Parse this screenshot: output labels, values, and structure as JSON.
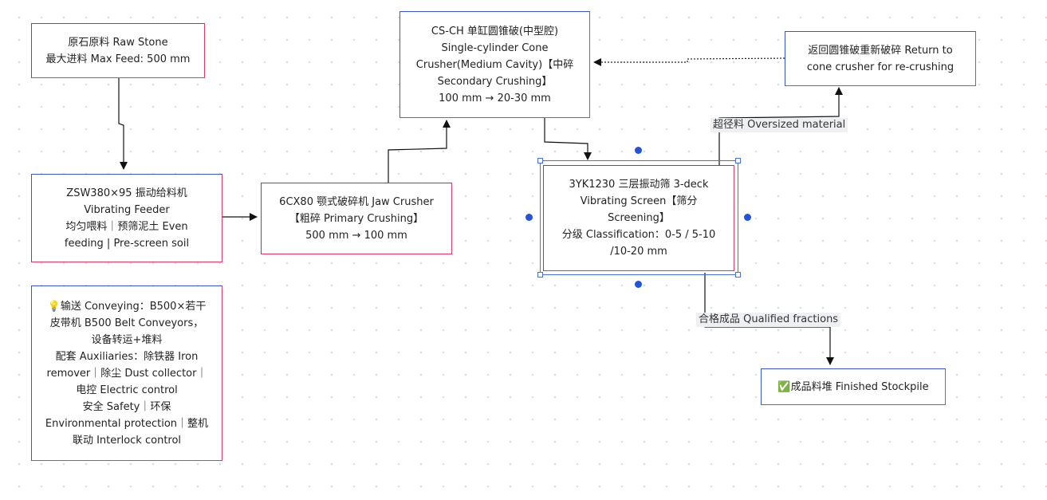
{
  "nodes": {
    "raw_stone": [
      "原石原料 Raw Stone",
      "最大进料 Max Feed: 500 mm"
    ],
    "feeder": [
      "ZSW380×95 振动给料机",
      "Vibrating Feeder",
      "均匀喂料｜预筛泥土 Even",
      "feeding | Pre-screen soil"
    ],
    "jaw": [
      "6CX80 颚式破碎机 Jaw Crusher",
      "【粗碎 Primary Crushing】",
      "500 mm → 100 mm"
    ],
    "cone": [
      "CS-CH 单缸圆锥破(中型腔)",
      "Single-cylinder Cone",
      "Crusher(Medium Cavity)【中碎",
      "Secondary Crushing】",
      "100 mm → 20-30 mm"
    ],
    "return": [
      "返回圆锥破重新破碎 Return to",
      "cone crusher for re-crushing"
    ],
    "screen": [
      "3YK1230 三层振动筛 3-deck",
      "Vibrating Screen【筛分",
      "Screening】",
      "分级 Classification：0-5 / 5-10",
      "/10-20 mm"
    ],
    "stockpile": [
      "✅成品料堆 Finished Stockpile"
    ],
    "notes": [
      "💡输送 Conveying：B500×若干",
      "皮带机 B500 Belt Conveyors，",
      "设备转运+堆料",
      "配套 Auxiliaries：除铁器 Iron",
      "remover｜除尘 Dust collector｜",
      "电控 Electric control",
      "安全 Safety｜环保",
      "Environmental protection｜整机",
      "联动 Interlock control"
    ]
  },
  "edge_labels": {
    "oversized": "超径料 Oversized material",
    "qualified": "合格成品 Qualified fractions"
  }
}
